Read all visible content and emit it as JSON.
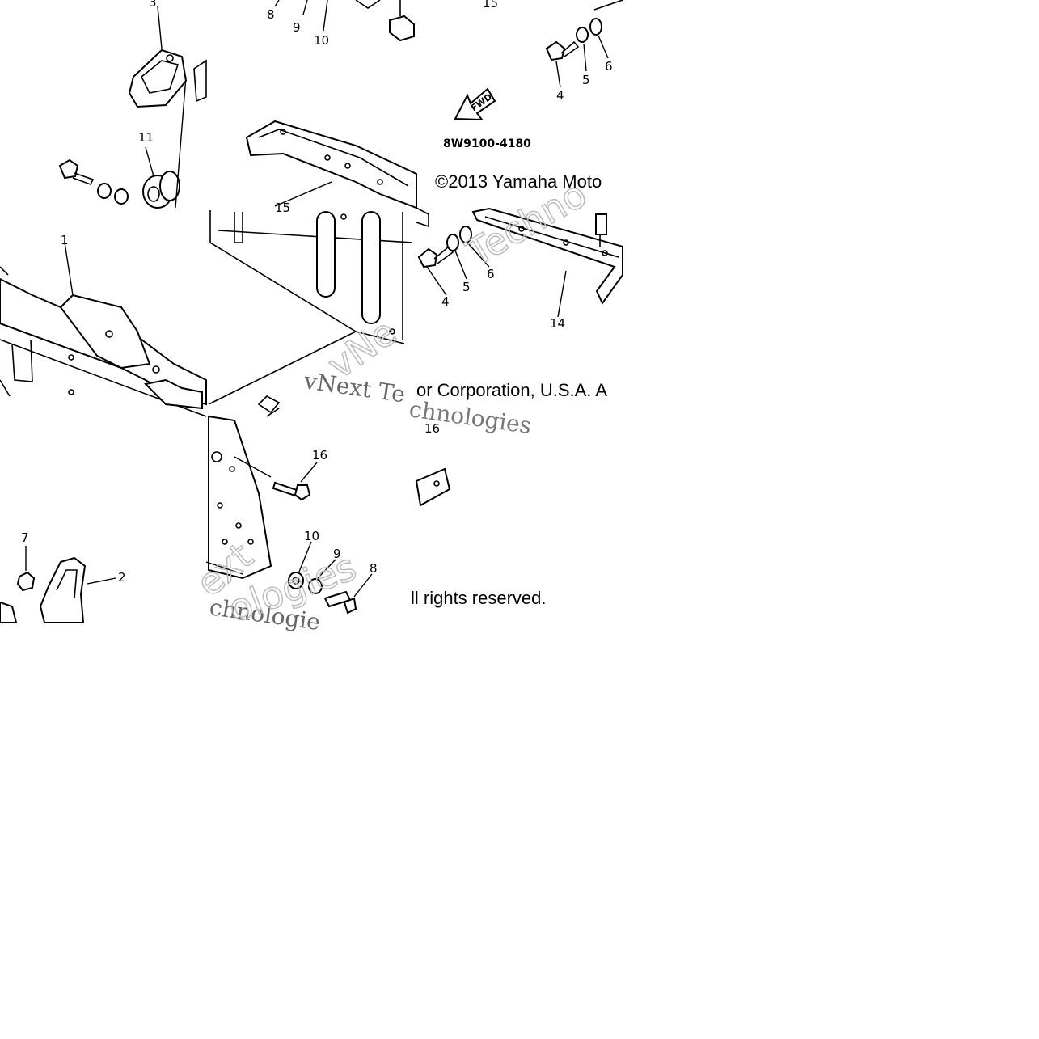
{
  "diagram": {
    "callouts": {
      "c3": "3",
      "c8a": "8",
      "c9a": "9",
      "c10a": "10",
      "c15": "15",
      "c4a": "4",
      "c5a": "5",
      "c6a": "6",
      "c11": "11",
      "c15b": "15",
      "c1": "1",
      "c4b": "4",
      "c5b": "5",
      "c6b": "6",
      "c14": "14",
      "c16": "16",
      "c16b": "16",
      "c7": "7",
      "c2": "2",
      "c10b": "10",
      "c9b": "9",
      "c8b": "8"
    },
    "fwd_label": "FWD",
    "diagram_code": "8W9100-4180",
    "copyright_line1": "©2013 Yamaha Moto",
    "copyright_line2": "or Corporation, U.S.A. A",
    "copyright_line3": "ll rights reserved.",
    "watermarks": {
      "w1": "vNext Te",
      "w2": "chnologies",
      "w3": "chnologie",
      "w4": "vNe",
      "w5": "Techno",
      "w6": "ext",
      "w7": "ologies"
    }
  }
}
